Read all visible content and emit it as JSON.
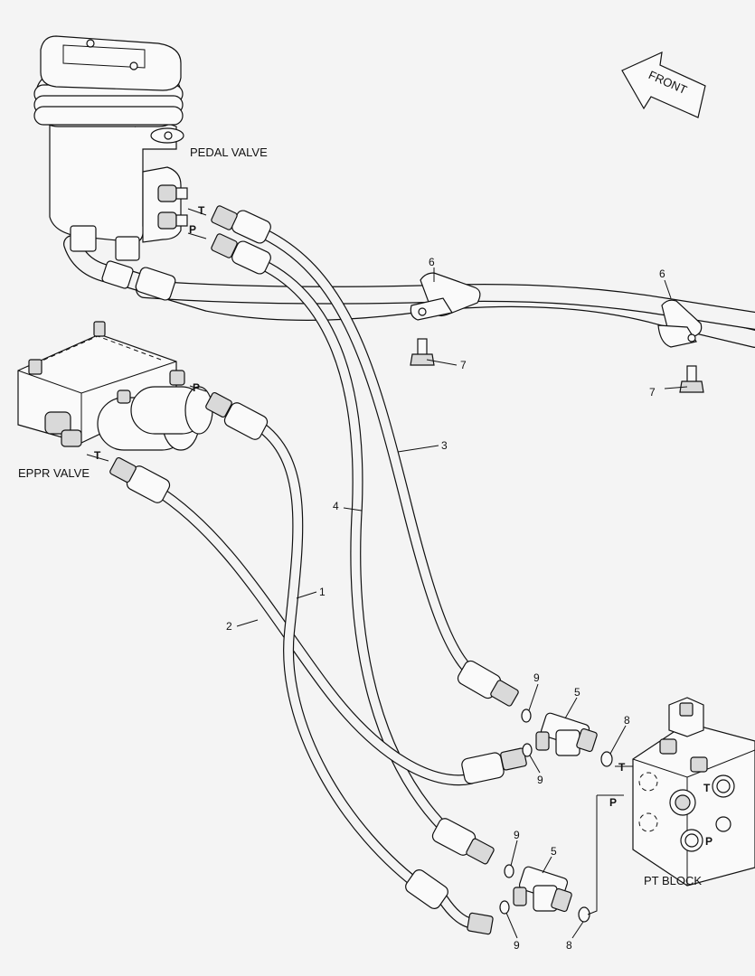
{
  "labels": {
    "pedal_valve": "PEDAL VALVE",
    "eppr_valve": "EPPR VALVE",
    "pt_block": "PT BLOCK",
    "front": "FRONT"
  },
  "ports": {
    "pedal_t": "T",
    "pedal_p": "P",
    "eppr_p": "P",
    "eppr_t": "T",
    "tee_t": "T",
    "tee_p": "P",
    "block_t": "T",
    "block_p": "P"
  },
  "callouts": {
    "hose_1": "1",
    "hose_2": "2",
    "hose_3": "3",
    "hose_4": "4",
    "tee_upper": "5",
    "tee_lower": "5",
    "clamp_left": "6",
    "clamp_right": "6",
    "bolt_left": "7",
    "bolt_right": "7",
    "oring8_upper": "8",
    "oring8_lower": "8",
    "oring9_a": "9",
    "oring9_b": "9",
    "oring9_c": "9",
    "oring9_d": "9"
  }
}
